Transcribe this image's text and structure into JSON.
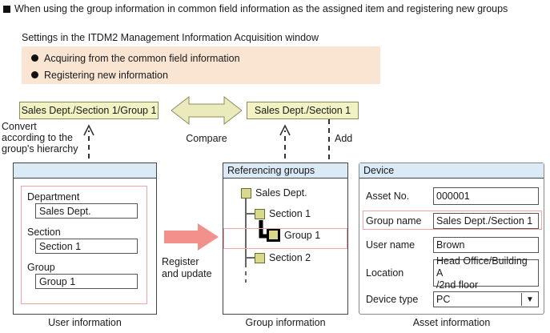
{
  "heading": "When using the group information in common field information as the assigned item and registering new groups",
  "settings": {
    "caption": "Settings in the ITDM2 Management Information Acquisition window",
    "items": [
      "Acquiring from the common field information",
      "Registering new information"
    ],
    "box_color": "#fae5d3"
  },
  "comparison": {
    "left_value": "Sales Dept./Section 1/Group 1",
    "right_value": "Sales Dept./Section 1",
    "compare_label": "Compare",
    "convert_note": "Convert\naccording to the\ngroup's hierarchy",
    "convert_note_line1": "Convert",
    "convert_note_line2": "according to the",
    "convert_note_line3": "group's hierarchy",
    "add_label": "Add",
    "yellow_color": "#f2f2c4"
  },
  "register": {
    "label_line1": "Register",
    "label_line2": "and update",
    "arrow_color": "#f2918c"
  },
  "user_panel": {
    "caption": "User information",
    "header": "",
    "fields": [
      {
        "label": "Department",
        "value": "Sales Dept."
      },
      {
        "label": "Section",
        "value": "Section 1"
      },
      {
        "label": "Group",
        "value": "Group 1"
      }
    ]
  },
  "group_panel": {
    "caption": "Group information",
    "header": "Referencing groups",
    "tree": [
      {
        "label": "Sales Dept.",
        "level": 0,
        "selected": false
      },
      {
        "label": "Section 1",
        "level": 1,
        "selected": false
      },
      {
        "label": "Group 1",
        "level": 2,
        "selected": true
      },
      {
        "label": "Section 2",
        "level": 1,
        "selected": false
      }
    ],
    "node_color": "#d9d98c"
  },
  "asset_panel": {
    "caption": "Asset information",
    "header": "Device",
    "fields": [
      {
        "label": "Asset No.",
        "value": "000001",
        "type": "text",
        "highlighted": false
      },
      {
        "label": "Group name",
        "value": "Sales Dept./Section 1",
        "type": "text",
        "highlighted": true
      },
      {
        "label": "User name",
        "value": "Brown",
        "type": "text",
        "highlighted": false
      },
      {
        "label": "Location",
        "value": "Head Office/Building A /2nd floor",
        "value_line1": "Head Office/Building A",
        "value_line2": "/2nd floor",
        "type": "textarea",
        "highlighted": false
      },
      {
        "label": "Device type",
        "value": "PC",
        "type": "select",
        "highlighted": false
      }
    ]
  },
  "colors": {
    "panel_header": "#dbeaf7",
    "highlight_border": "#f2a5a5",
    "yellow_fill": "#f2f2c4",
    "beige_fill": "#fae5d3"
  }
}
